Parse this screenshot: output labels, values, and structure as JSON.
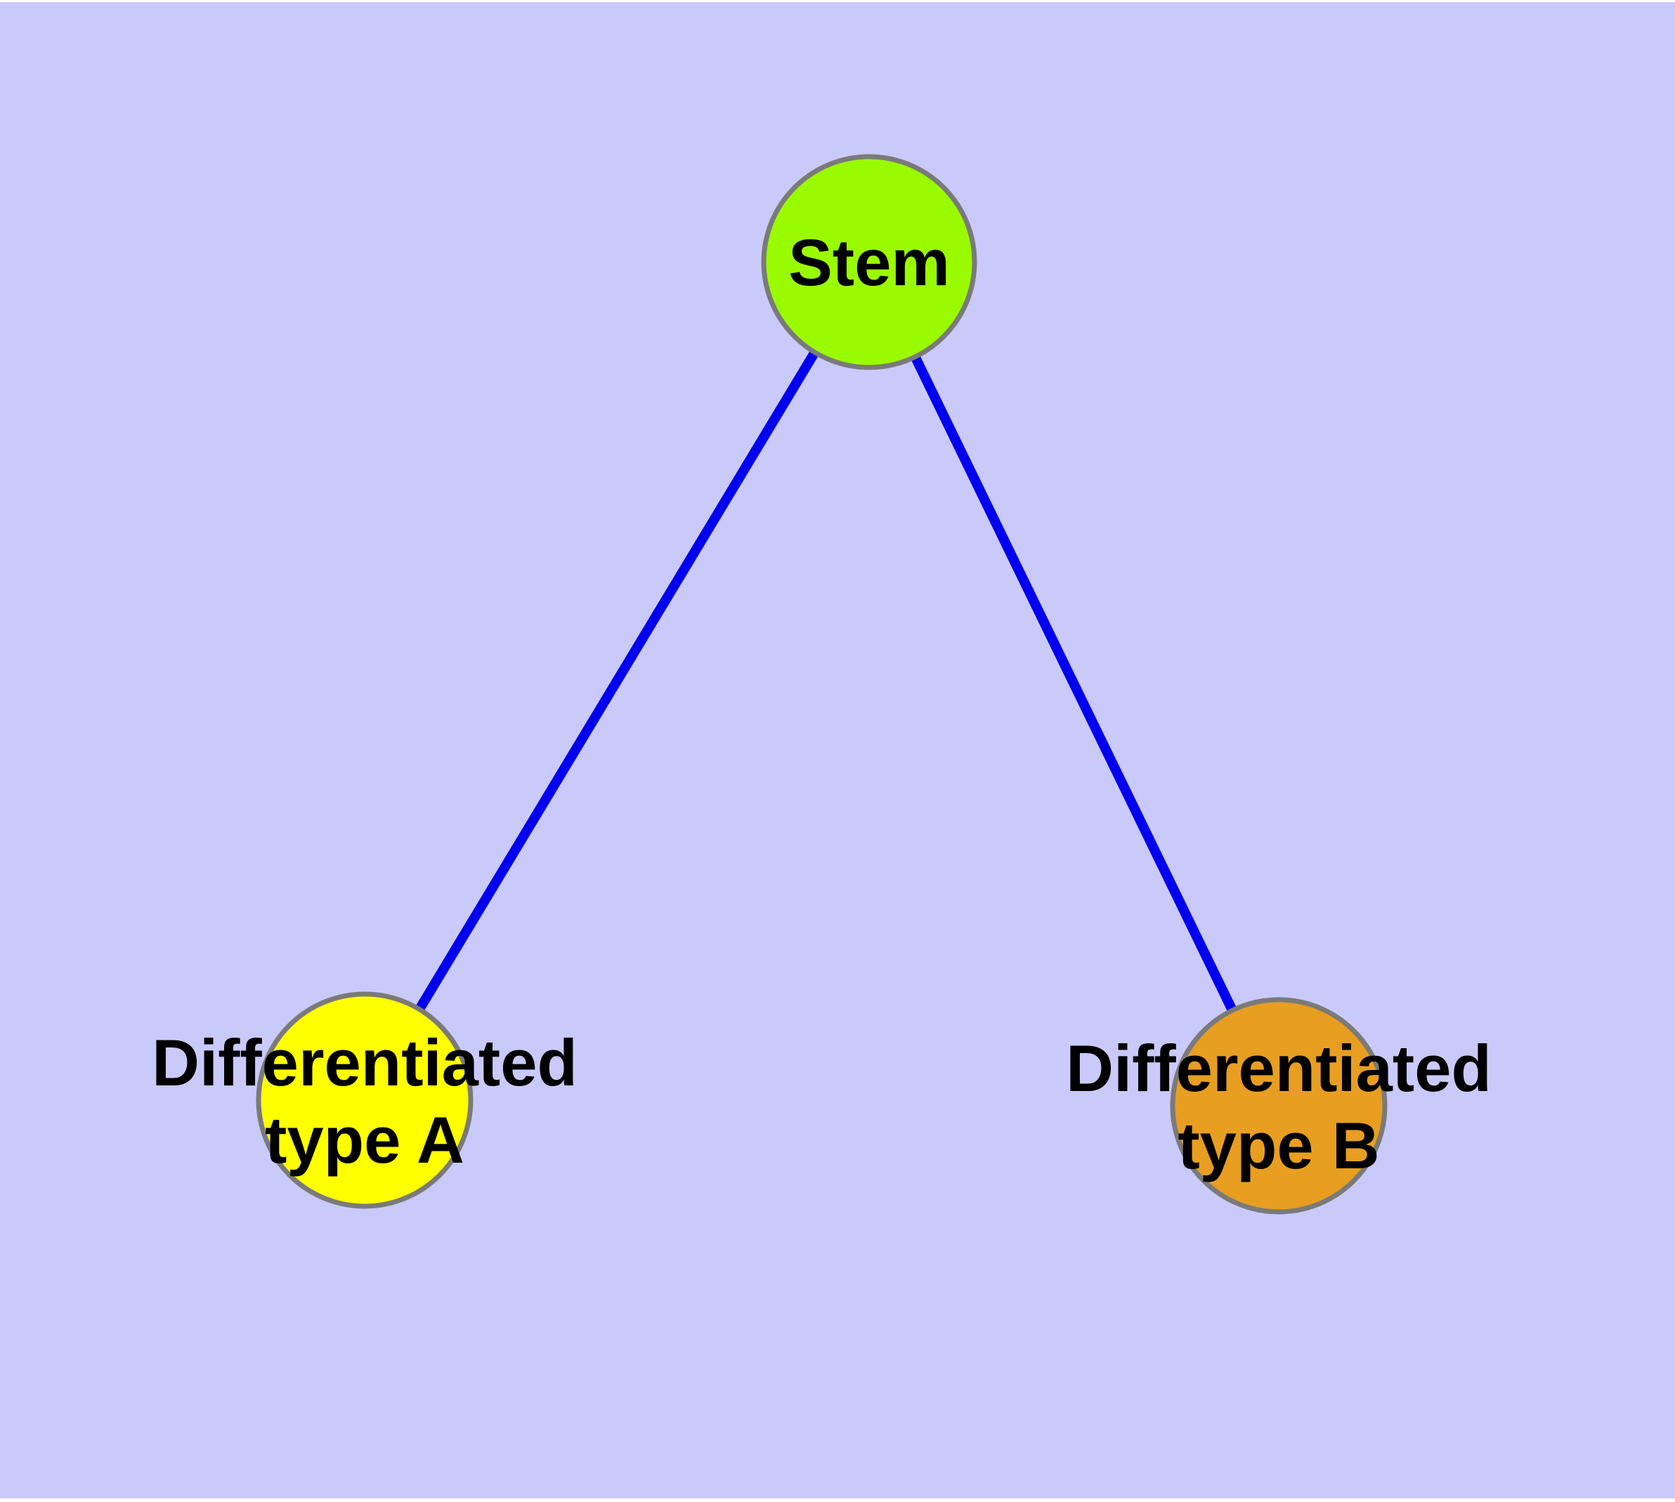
{
  "canvas": {
    "background_color": "#CACAFA",
    "margin_color": "#FFFFFF"
  },
  "graph": {
    "type": "node-link-diagram",
    "edge_color": "#0000EE",
    "node_border_color": "#7A7A7A",
    "text_color": "#000000",
    "nodes": [
      {
        "id": "stem",
        "label": "Stem",
        "label_lines": [
          "Stem"
        ],
        "color": "#9AFB00"
      },
      {
        "id": "differentiated-type-a",
        "label": "Differentiated type A",
        "label_lines": [
          "Differentiated",
          "type A"
        ],
        "color": "#FFFF00"
      },
      {
        "id": "differentiated-type-b",
        "label": "Differentiated type B",
        "label_lines": [
          "Differentiated",
          "type B"
        ],
        "color": "#E89E20"
      }
    ],
    "edges": [
      {
        "from": "stem",
        "to": "differentiated-type-a"
      },
      {
        "from": "stem",
        "to": "differentiated-type-b"
      }
    ]
  }
}
